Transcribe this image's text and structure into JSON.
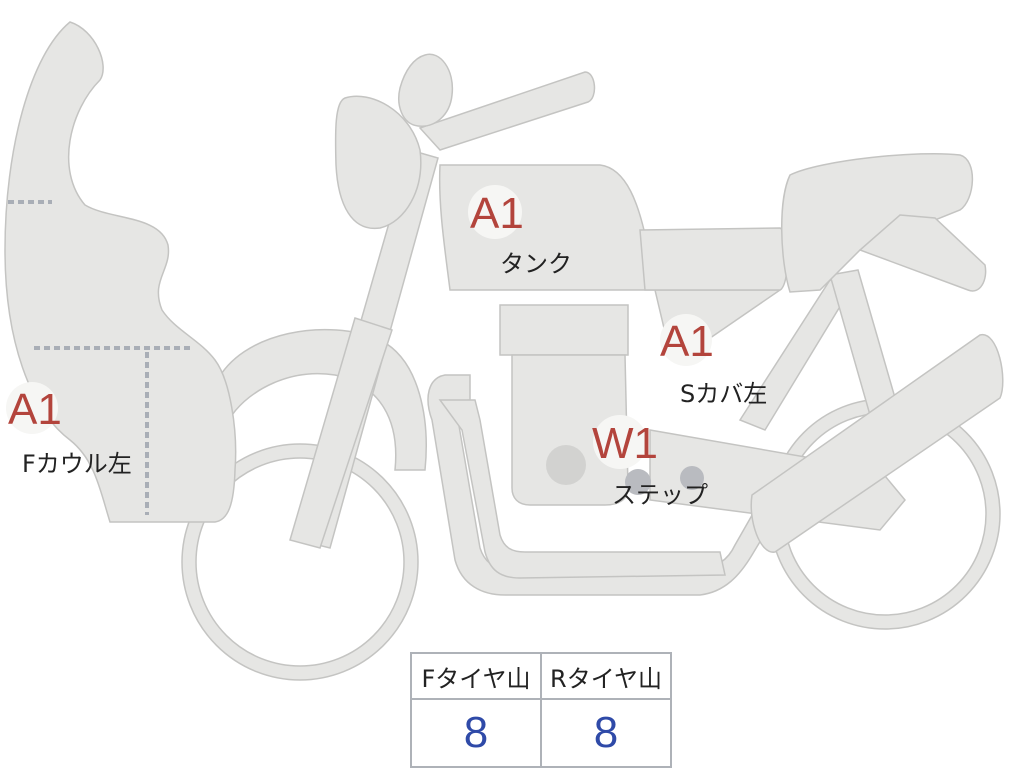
{
  "diagram": {
    "markers": [
      {
        "id": "front-cowl-left",
        "code": "A1",
        "label": "Fカウル左"
      },
      {
        "id": "tank",
        "code": "A1",
        "label": "タンク"
      },
      {
        "id": "side-cover-left",
        "code": "A1",
        "label": "Sカバ左"
      },
      {
        "id": "step",
        "code": "W1",
        "label": "ステップ"
      }
    ],
    "colors": {
      "part_fill": "#e6e6e4",
      "code_text": "#b3443c",
      "tire_value": "#2f4aa8"
    }
  },
  "tire_table": {
    "headers": [
      "Fタイヤ山",
      "Rタイヤ山"
    ],
    "values": [
      "8",
      "8"
    ]
  }
}
